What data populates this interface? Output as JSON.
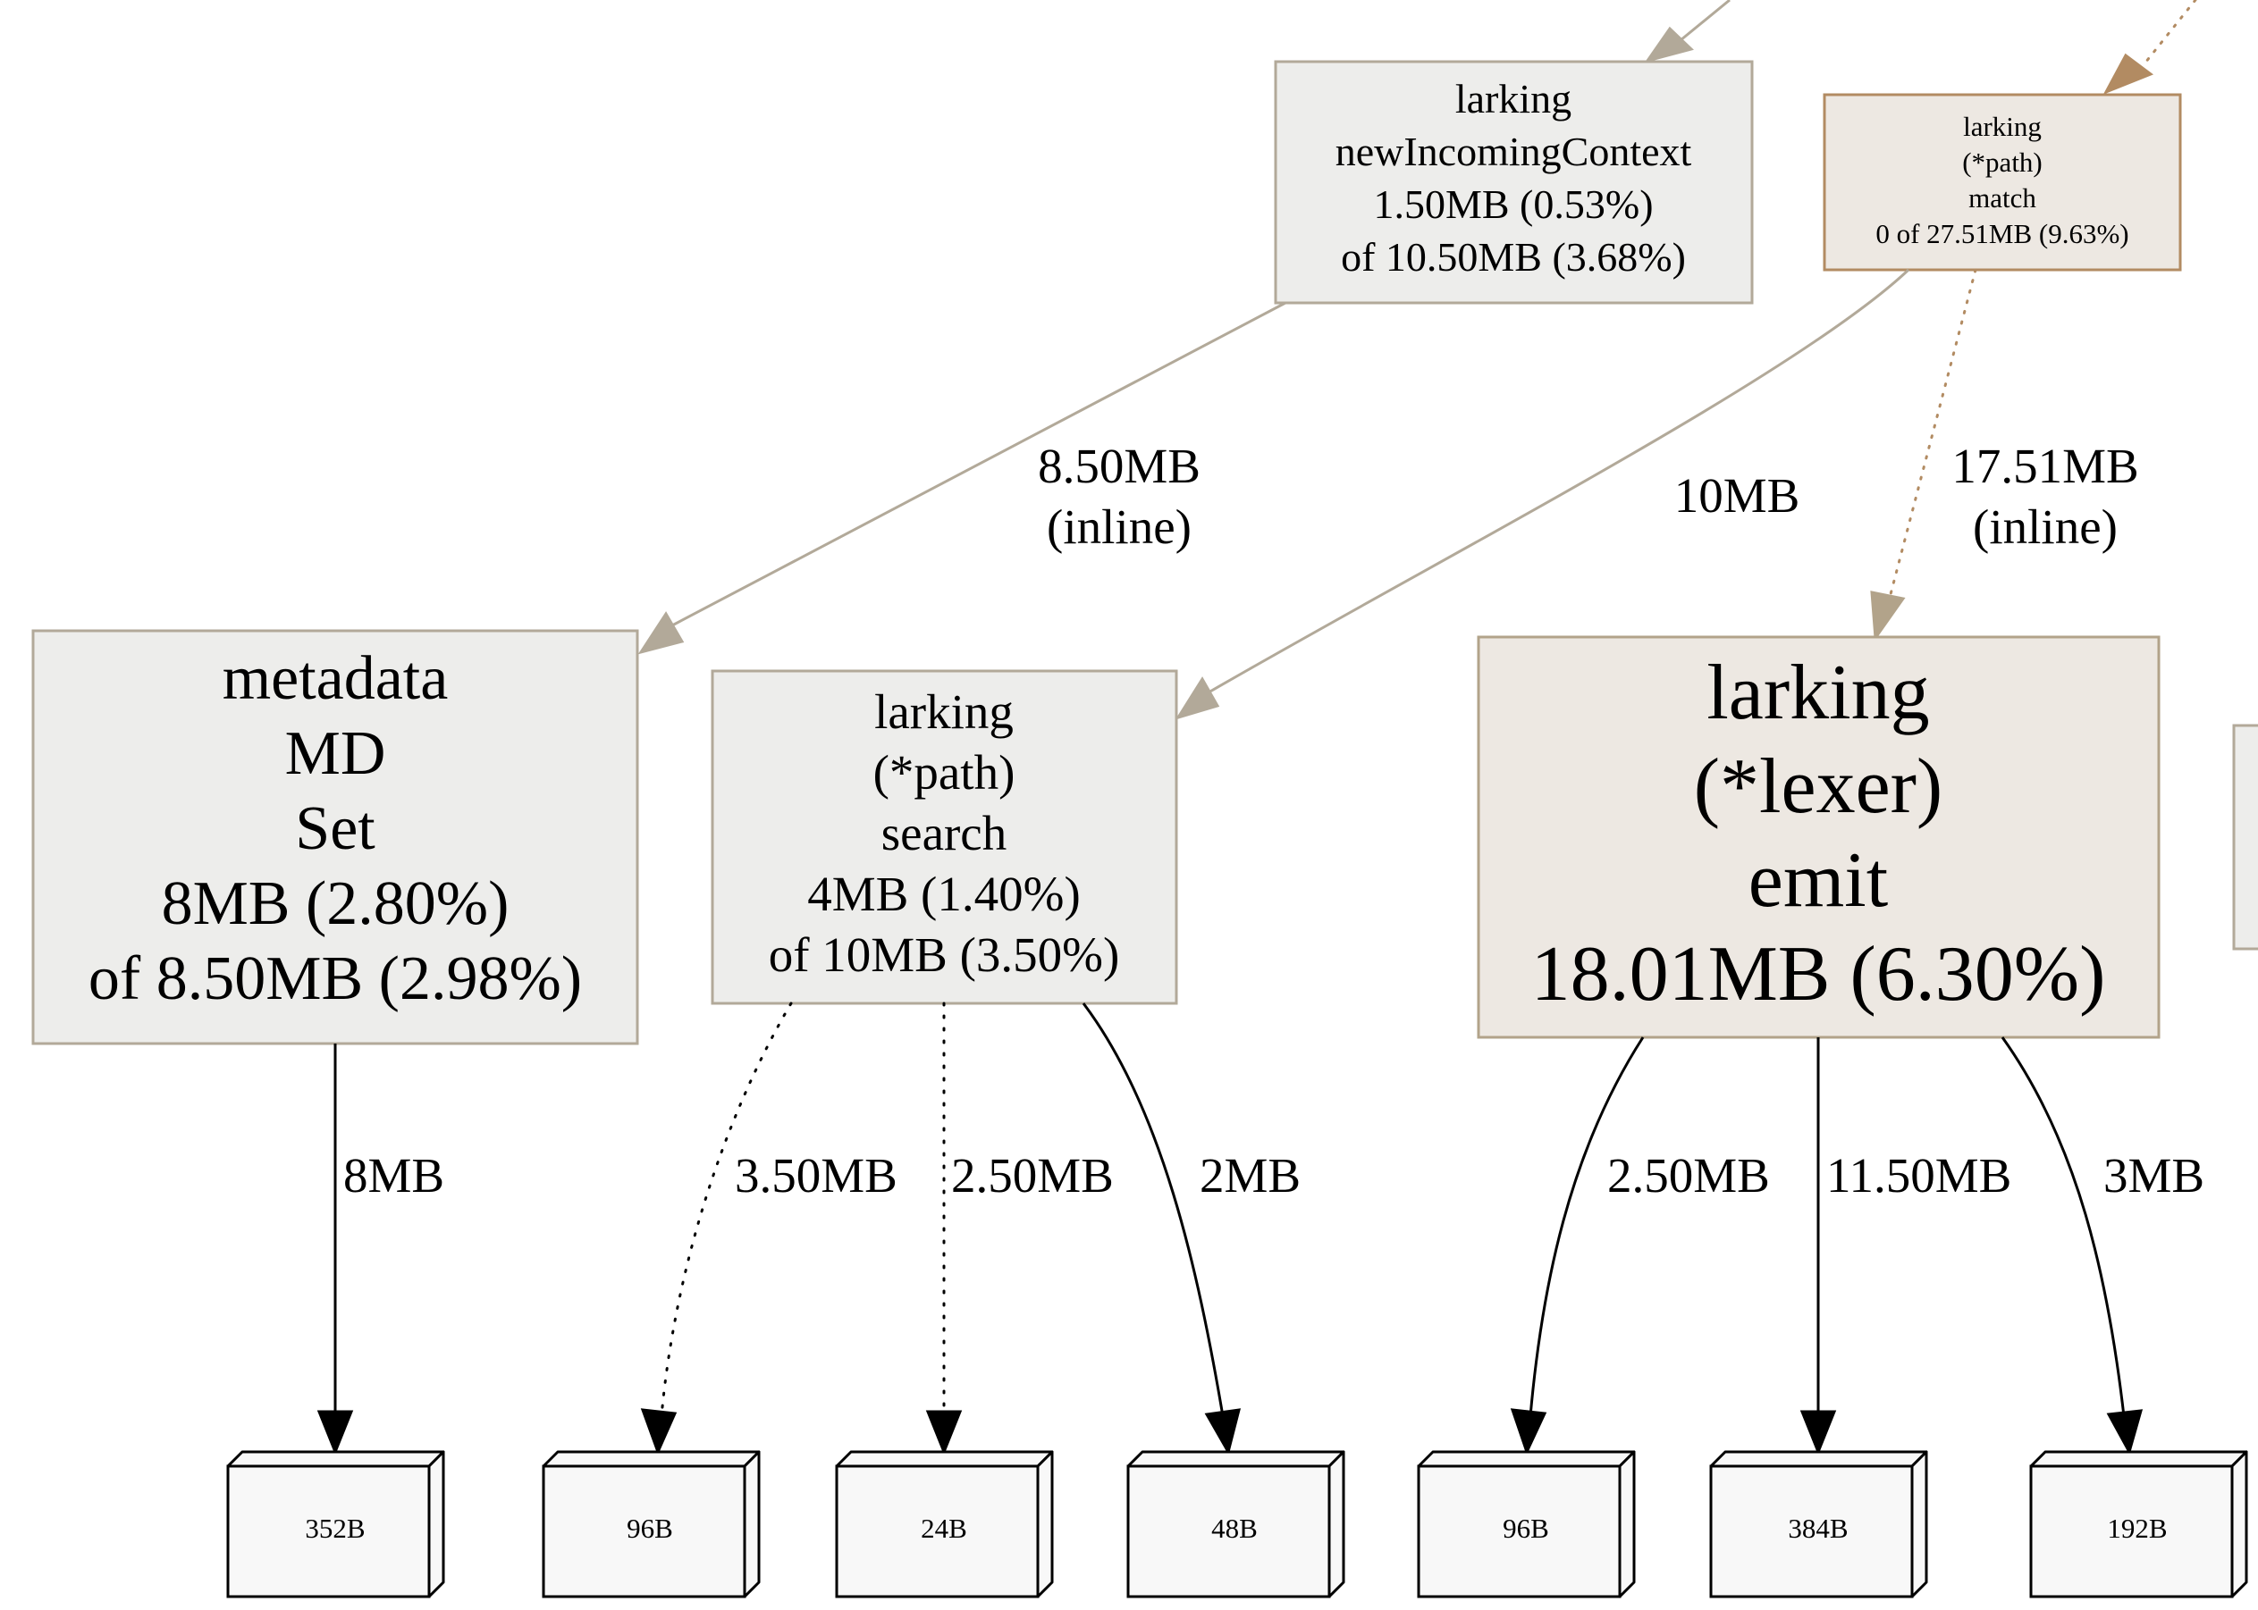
{
  "colors": {
    "node_fill": "#ededeb",
    "node_stroke": "#b2a999",
    "match_stroke": "#b28b62",
    "leaf_fill": "#f8f8f8",
    "edge_black": "#000000"
  },
  "nodes": {
    "new_incoming_context": {
      "lines": [
        "larking",
        "newIncomingContext",
        "1.50MB (0.53%)",
        "of 10.50MB (3.68%)"
      ]
    },
    "path_match": {
      "lines": [
        "larking",
        "(*path)",
        "match",
        "0 of 27.51MB (9.63%)"
      ]
    },
    "metadata_set": {
      "lines": [
        "metadata",
        "MD",
        "Set",
        "8MB (2.80%)",
        "of 8.50MB (2.98%)"
      ]
    },
    "path_search": {
      "lines": [
        "larking",
        "(*path)",
        "search",
        "4MB (1.40%)",
        "of 10MB (3.50%)"
      ]
    },
    "lexer_emit": {
      "lines": [
        "larking",
        "(*lexer)",
        "emit",
        "18.01MB (6.30%)"
      ]
    }
  },
  "edges": {
    "context_to_metadata": {
      "lines": [
        "8.50MB",
        "(inline)"
      ]
    },
    "match_to_search": {
      "lines": [
        "10MB"
      ]
    },
    "match_to_emit": {
      "lines": [
        "17.51MB",
        "(inline)"
      ]
    },
    "metadata_to_352": {
      "lines": [
        "8MB"
      ]
    },
    "search_to_96": {
      "lines": [
        "3.50MB"
      ]
    },
    "search_to_24": {
      "lines": [
        "2.50MB"
      ]
    },
    "search_to_48": {
      "lines": [
        "2MB"
      ]
    },
    "emit_to_96": {
      "lines": [
        "2.50MB"
      ]
    },
    "emit_to_384": {
      "lines": [
        "11.50MB"
      ]
    },
    "emit_to_192": {
      "lines": [
        "3MB"
      ]
    }
  },
  "leaves": [
    "352B",
    "96B",
    "24B",
    "48B",
    "96B",
    "384B",
    "192B"
  ]
}
